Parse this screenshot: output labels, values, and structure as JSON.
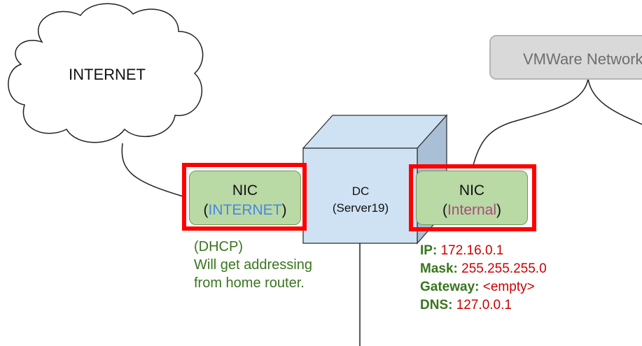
{
  "internet_cloud": {
    "label": "INTERNET"
  },
  "vmware_network": {
    "label": "VMWare Network"
  },
  "dc": {
    "line1": "DC",
    "line2": "(Server19)"
  },
  "nic_internet": {
    "title": "NIC",
    "open": "(",
    "name": "INTERNET",
    "close": ")"
  },
  "nic_internal": {
    "title": "NIC",
    "open": "(",
    "name": "Internal",
    "close": ")"
  },
  "dhcp_note": {
    "line1": "(DHCP)",
    "line2": "Will get addressing",
    "line3": "from home router."
  },
  "internal_config": {
    "ip_label": "IP:",
    "ip_value": "172.16.0.1",
    "mask_label": "Mask:",
    "mask_value": "255.255.255.0",
    "gateway_label": "Gateway:",
    "gateway_value": "<empty>",
    "dns_label": "DNS:",
    "dns_value": "127.0.0.1"
  },
  "colors": {
    "highlight": "#ff0000",
    "nic_fill": "#b9d9a5",
    "dc_fill": "#cfe2f3",
    "note_green": "#38761d",
    "value_red": "#cc0000",
    "internet_blue": "#4a86e8",
    "internal_purple": "#a64d79"
  }
}
